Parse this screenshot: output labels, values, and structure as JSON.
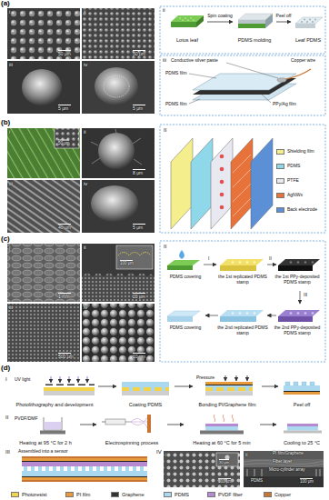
{
  "diagram": {
    "nodes": [
      {
        "text": [
          "Lotus leaf"
        ]
      },
      {
        "text": [
          "PDMS molding"
        ]
      },
      {
        "text": [
          "Leaf PDMS"
        ]
      },
      {
        "text": [
          "Photolithography and development"
        ]
      },
      {
        "text": [
          "Coating PDMS"
        ]
      },
      {
        "text": [
          "Bonding PI/Graphene film"
        ]
      },
      {
        "text": [
          "Peel off"
        ]
      },
      {
        "text": [
          "Heating at 95 °C for 2 h"
        ]
      },
      {
        "text": [
          "Electrospinning process"
        ]
      },
      {
        "text": [
          "Heating at 60 °C for 5 min"
        ]
      },
      {
        "text": [
          "Cooling to 25 °C"
        ]
      }
    ],
    "edges": [
      {
        "from": 0,
        "to": 1,
        "label": "Spin coating",
        "arrow": "to"
      },
      {
        "from": 1,
        "to": 2,
        "label": "Peel off",
        "arrow": "to"
      },
      {
        "from": 3,
        "to": 4,
        "arrow": "to"
      },
      {
        "from": 4,
        "to": 5,
        "arrow": "to"
      },
      {
        "from": 5,
        "to": 6,
        "arrow": "to"
      },
      {
        "from": 7,
        "to": 8,
        "arrow": "to"
      },
      {
        "from": 8,
        "to": 9,
        "arrow": "to"
      },
      {
        "from": 9,
        "to": 10,
        "arrow": "to"
      }
    ],
    "labels": [
      "(a)",
      "i",
      "50 μm",
      "ii",
      "50 μm",
      "iii",
      "5 μm",
      "iv",
      "5 μm",
      "ii",
      "iii",
      "Conductive silver paste",
      "Copper wire",
      "PDMS film",
      "PDMS film",
      "PPy/Ag film",
      "(b)",
      "i",
      "50 μm",
      "ii",
      "8 μm",
      "iii",
      "40 μm",
      "iv",
      "5 μm",
      "II",
      "(c)",
      "i",
      "1 mm",
      "ii",
      "100 μm",
      "20 μm",
      "iii",
      "500 μm",
      "iv",
      "10 μm",
      "II",
      "PDMS covering",
      "I",
      "the 1st replicated PDMS stamp",
      "II",
      "the 1st PPy-deposited PDMS stamp",
      "III",
      "the 2nd PPy-deposited PDMS stamp",
      "the 2nd replicated PDMS stamp",
      "PDMS covering",
      "(d)",
      "I",
      "UV light",
      "Pressure",
      "II",
      "PVDF/DMF",
      "III",
      "IV",
      "Assembled into a sensor",
      "i",
      "100 μm",
      "30 μm",
      "ii",
      "PI film/Graphene",
      "Fiber layer",
      "Micro-cylinder array",
      "PDMS",
      "100 μm"
    ],
    "legend": [
      {
        "text": "Shielding film",
        "color": "#f4ee8c"
      },
      {
        "text": "PDMS",
        "color": "#8ed8ea"
      },
      {
        "text": "PTFE",
        "color": "#e8e8f0"
      },
      {
        "text": "AgNWs",
        "color": "#e8733a"
      },
      {
        "text": "Back electrode",
        "color": "#5b8fd6"
      },
      {
        "text": "Photoresist",
        "color": "#f2d34a"
      },
      {
        "text": "PI film",
        "color": "#e79a3c"
      },
      {
        "text": "Graphene",
        "color": "#333333"
      },
      {
        "text": "PDMS",
        "color": "#a9d8ef"
      },
      {
        "text": "PVDF fiber",
        "color": "#b58ad1"
      },
      {
        "text": "Copper",
        "color": "#c87533"
      }
    ]
  }
}
